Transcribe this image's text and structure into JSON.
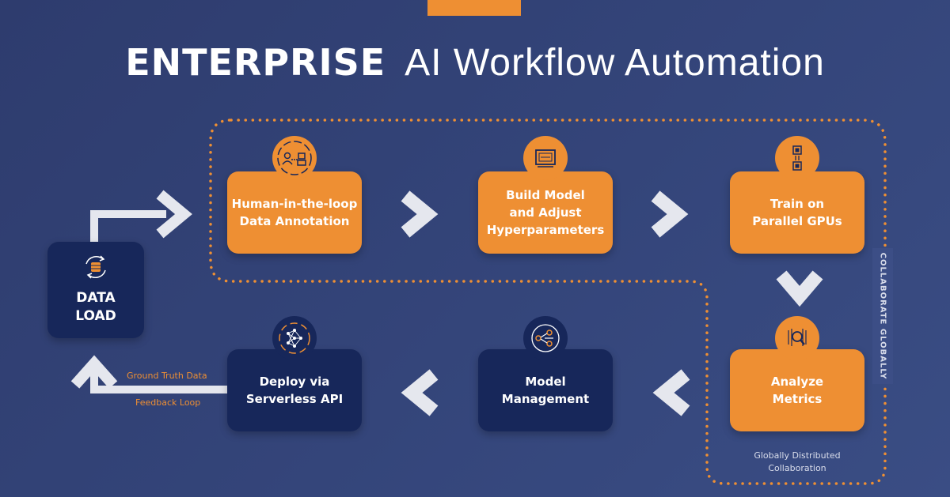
{
  "title": {
    "bold": "ENTERPRISE",
    "light": "AI Workflow Automation"
  },
  "colors": {
    "background": "#34457a",
    "accent": "#ee8f33",
    "navy": "#17275a",
    "chevron": "#e5e7ee"
  },
  "steps": {
    "annotation": "Human-in-the-loop\nData Annotation",
    "build": "Build Model\nand Adjust\nHyperparameters",
    "train": "Train on\nParallel GPUs",
    "analyze": "Analyze\nMetrics",
    "model_mgmt": "Model\nManagement",
    "deploy": "Deploy via\nServerless API",
    "data_load": "DATA\nLOAD"
  },
  "labels": {
    "collaborate": "COLLABORATE GLOBALLY",
    "ground_truth": "Ground Truth Data",
    "feedback": "Feedback Loop",
    "distributed": "Globally Distributed\nCollaboration"
  },
  "icons": [
    "human-robot-icon",
    "model-board-icon",
    "gpu-chip-icon",
    "magnifier-metrics-icon",
    "network-nodes-icon",
    "neural-network-icon",
    "sync-database-icon"
  ]
}
